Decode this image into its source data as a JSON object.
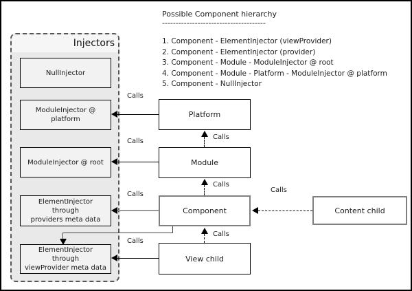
{
  "labels": {
    "calls": "Calls"
  },
  "hierarchy": {
    "title": "Possible Component hierarchy",
    "underline": "--------------------------------------",
    "items": [
      "1. Component - ElementInjector (viewProvider)",
      "2. Component - ElementInjector (provider)",
      "3. Component - Module - ModuleInjector @ root",
      "4. Component - Module - Platform - ModuleInjector @ platform",
      "5. Component - NullInjector"
    ]
  },
  "injectors": {
    "label": "Injectors",
    "boxes": [
      {
        "label": "NullInjector"
      },
      {
        "label": "ModuleInjector @ platform"
      },
      {
        "label": "ModuleInjector @ root"
      },
      {
        "lines": [
          "ElementInjector",
          "through",
          "providers meta data"
        ]
      },
      {
        "lines": [
          "ElementInjector",
          "through",
          "viewProvider meta data"
        ]
      }
    ]
  },
  "nodes": {
    "platform": "Platform",
    "module": "Module",
    "component": "Component",
    "view_child": "View child",
    "content_child": "Content child"
  },
  "colors": {
    "panel_fill": "#e9e9e9",
    "panel_header_fill": "#f6f6f6",
    "injector_box_fill": "#f2f2f2",
    "node_fill": "#ffffff",
    "line_black": "#000000",
    "emphasis_border_gray": "#808080",
    "gray_line": "#999999"
  }
}
